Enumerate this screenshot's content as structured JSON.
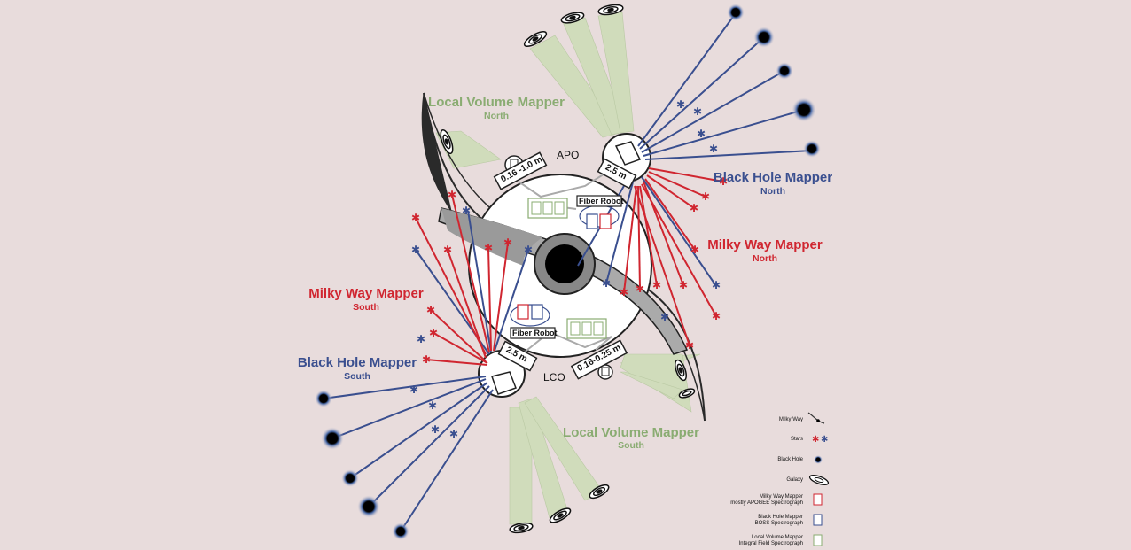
{
  "observatories": {
    "north": "APO",
    "south": "LCO"
  },
  "telescopes": {
    "apo_small": "0.16 -1.0 m",
    "apo_large": "2.5 m",
    "lco_small": "0.16-0.25 m",
    "lco_large": "2.5 m"
  },
  "fiber_robot": {
    "north": "Fiber Robot",
    "south": "Fiber Robot"
  },
  "mappers": {
    "lvm_north": {
      "title": "Local Volume Mapper",
      "sub": "North"
    },
    "bhm_north": {
      "title": "Black Hole Mapper",
      "sub": "North"
    },
    "mwm_north": {
      "title": "Milky Way Mapper",
      "sub": "North"
    },
    "mwm_south": {
      "title": "Milky Way Mapper",
      "sub": "South"
    },
    "bhm_south": {
      "title": "Black Hole Mapper",
      "sub": "South"
    },
    "lvm_south": {
      "title": "Local Volume Mapper",
      "sub": "South"
    }
  },
  "legend": {
    "milky_way": "Milky Way",
    "stars": "Stars",
    "black_hole": "Black Hole",
    "galaxy": "Galaxy",
    "mwm_line1": "Milky Way Mapper",
    "mwm_line2": "mostly APOGEE Spectrograph",
    "bhm_line1": "Black Hole Mapper",
    "bhm_line2": "BOSS Spectrograph",
    "lvm_line1": "Local Volume Mapper",
    "lvm_line2": "Integral Field Spectrograph"
  },
  "colors": {
    "background": "#e8dcdc",
    "milky_way_mapper": "#d02630",
    "black_hole_mapper": "#3a4f8f",
    "local_volume_mapper": "#8aac72"
  }
}
